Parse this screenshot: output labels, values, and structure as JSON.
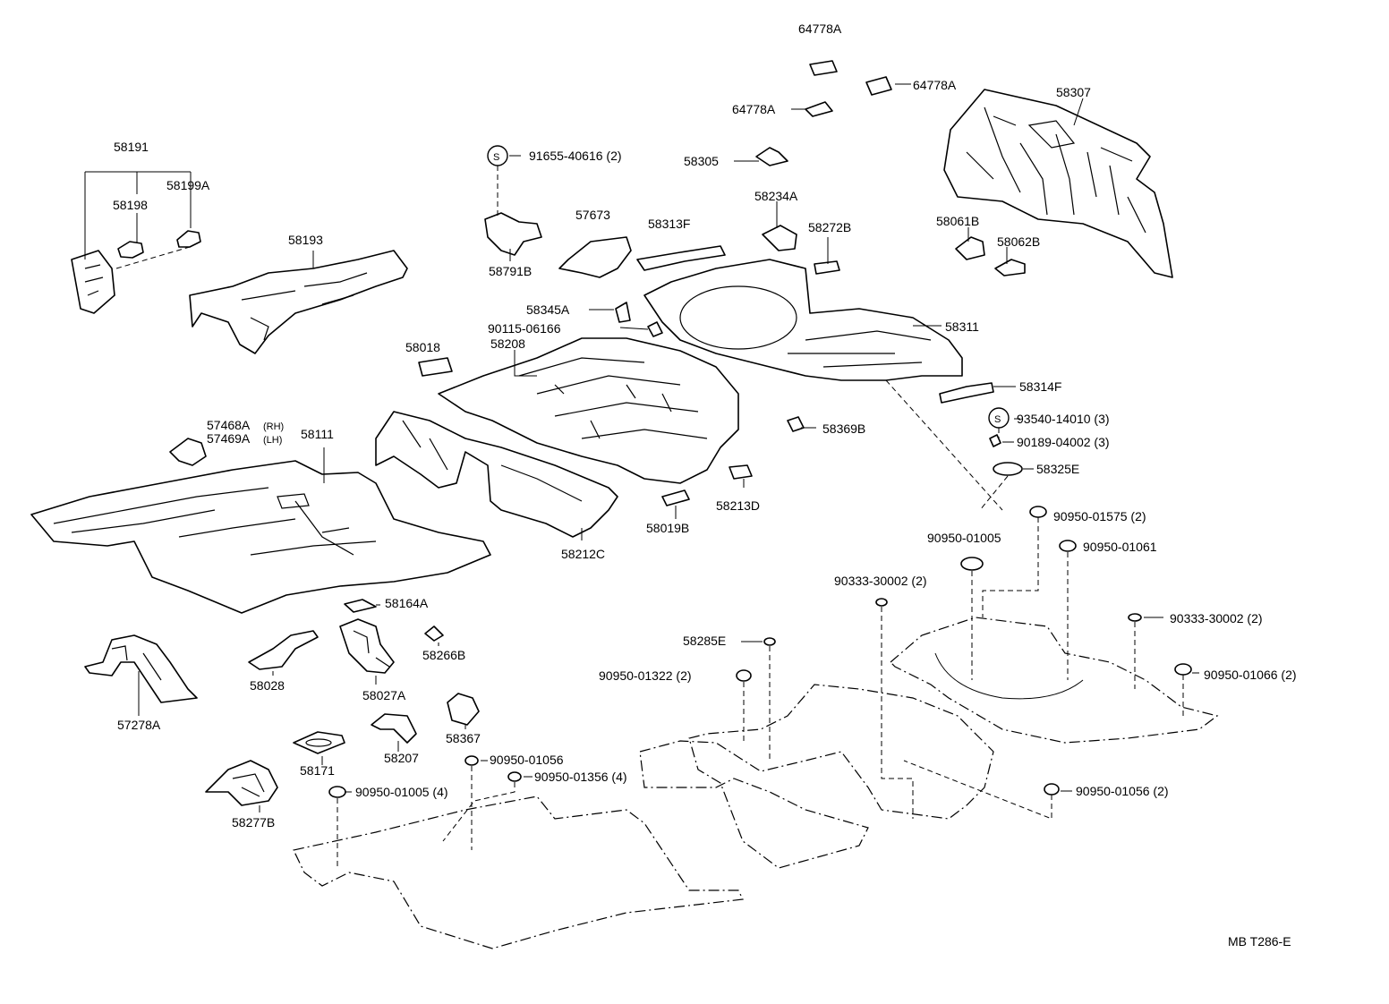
{
  "labels": {
    "l64778a_top": "64778A",
    "l64778a_right": "64778A",
    "l64778a_left": "64778A",
    "l58307": "58307",
    "l58191": "58191",
    "l58198": "58198",
    "l58199a": "58199A",
    "l91655": "91655-40616 (2)",
    "l58305": "58305",
    "l57673": "57673",
    "l58313f": "58313F",
    "l58234a": "58234A",
    "l58272b": "58272B",
    "l58061b": "58061B",
    "l58062b": "58062B",
    "l58193": "58193",
    "l58791b": "58791B",
    "l58345a": "58345A",
    "l90115": "90115-06166",
    "l58311": "58311",
    "l58018": "58018",
    "l58208": "58208",
    "l58314f": "58314F",
    "l93540": "93540-14010 (3)",
    "l90189": "90189-04002 (3)",
    "l58325e": "58325E",
    "l57468a": "57468A",
    "l57468a_side": "(RH)",
    "l57469a": "57469A",
    "l57469a_side": "(LH)",
    "l58111": "58111",
    "l58369b": "58369B",
    "l58213d": "58213D",
    "l58019b": "58019B",
    "l58212c": "58212C",
    "l90950_01575": "90950-01575 (2)",
    "l90950_01005_mid": "90950-01005",
    "l90950_01061": "90950-01061",
    "l90333_left": "90333-30002 (2)",
    "l90333_right": "90333-30002 (2)",
    "l58164a": "58164A",
    "l58266b": "58266B",
    "l58028": "58028",
    "l58027a": "58027A",
    "l57278a": "57278A",
    "l58285e": "58285E",
    "l90950_01322": "90950-01322 (2)",
    "l90950_01066": "90950-01066 (2)",
    "l58367": "58367",
    "l58171": "58171",
    "l58207": "58207",
    "l90950_01056_left": "90950-01056",
    "l90950_01356": "90950-01356 (4)",
    "l90950_01005_left": "90950-01005 (4)",
    "l58277b": "58277B",
    "l90950_01056_right": "90950-01056 (2)",
    "l_s1": "S",
    "l_s2": "S",
    "l_code": "MB T286-E"
  }
}
